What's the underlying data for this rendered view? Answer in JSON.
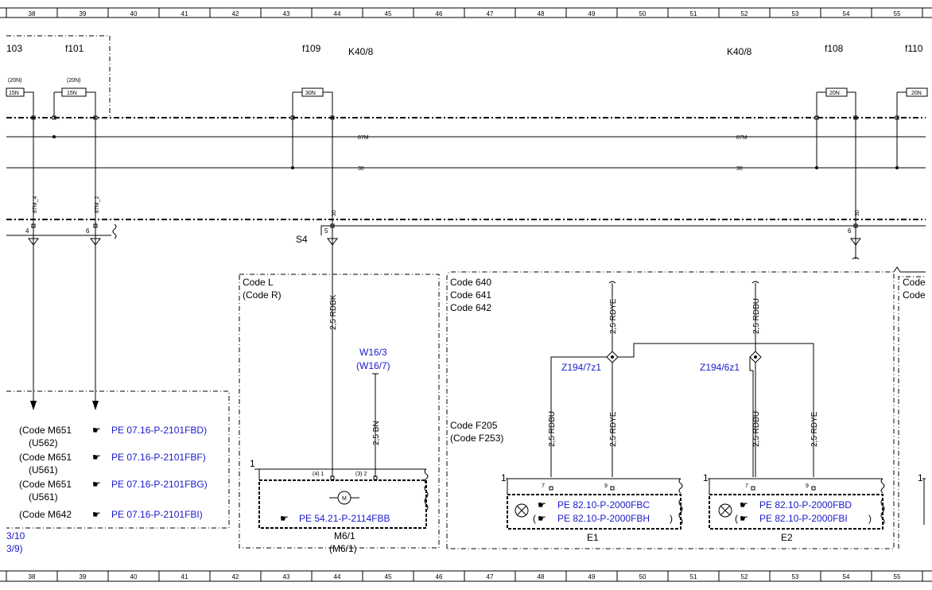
{
  "ruler": [
    "38",
    "39",
    "40",
    "41",
    "42",
    "43",
    "44",
    "45",
    "46",
    "47",
    "48",
    "49",
    "50",
    "51",
    "52",
    "53",
    "54",
    "55"
  ],
  "fuses": {
    "f103": {
      "label": "103",
      "rating": "(20N)",
      "value": "15N"
    },
    "f101": {
      "label": "f101",
      "rating": "(20N)",
      "value": "15N"
    },
    "f109": {
      "label": "f109",
      "value": "30N"
    },
    "f108": {
      "label": "f108",
      "value": "20N"
    },
    "f110": {
      "label": "f110",
      "value": "20N"
    }
  },
  "relays": {
    "left": "K40/8",
    "right": "K40/8"
  },
  "buses": {
    "b87m_left": "87M",
    "b87m_right": "87M",
    "b30_left": "30",
    "b30_right": "30"
  },
  "pins": {
    "p87m4": "87M_4",
    "p87m2": "87M_2",
    "p30a": "30",
    "p30b": "30",
    "n4": "4",
    "n6": "6",
    "n5": "5",
    "n6b": "6"
  },
  "s4": "S4",
  "left_box": {
    "rows": [
      {
        "code": "(Code M651",
        "sub": "(U562)",
        "ref": "PE 07.16-P-2101FBD)"
      },
      {
        "code": "(Code M651",
        "sub": "(U561)",
        "ref": "PE 07.16-P-2101FBF)"
      },
      {
        "code": "(Code M651",
        "sub": "(U561)",
        "ref": "PE 07.16-P-2101FBG)"
      },
      {
        "code": "(Code M642",
        "sub": "",
        "ref": "PE 07.16-P-2101FBI)"
      }
    ],
    "bottom1": "3/10",
    "bottom2": "3/9)"
  },
  "m6": {
    "code1": "Code L",
    "code2": "(Code R)",
    "wire_main": "2,5 RDBK",
    "w16a": "W16/3",
    "w16b": "(W16/7)",
    "wire_bn": "2,5 BN",
    "conn_num": "1",
    "pin4": "(4) 1",
    "pin3": "(3) 2",
    "motor": "M",
    "ref": "PE 54.21-P-2114FBB",
    "name1": "M6/1",
    "name2": "(M6/1)"
  },
  "e_section": {
    "codes": [
      "Code 640",
      "Code 641",
      "Code 642"
    ],
    "codes_f": [
      "Code F205",
      "(Code F253)"
    ],
    "w_rdye_top": "2,5 RDYE",
    "w_rdbu_top": "2,5 RDBU",
    "z1": "Z194/7z1",
    "z2": "Z194/6z1",
    "w_e1a": "2,5 RDBU",
    "w_e1b": "2,5 RDYE",
    "w_e2a": "2,5 RDBU",
    "w_e2b": "2,5 RDYE",
    "e1": {
      "conn": "1",
      "p7": "7",
      "p9": "9",
      "ref1": "PE 82.10-P-2000FBC",
      "ref2": "PE 82.10-P-2000FBH",
      "open": "(",
      "close": ")",
      "name": "E1"
    },
    "e2": {
      "conn": "1",
      "p7": "7",
      "p9": "9",
      "ref1": "PE 82.10-P-2000FBD",
      "ref2": "PE 82.10-P-2000FBI",
      "open": "(",
      "close": ")",
      "name": "E2"
    }
  },
  "right_edge": {
    "c1": "Code",
    "c2": "Code",
    "n1": "1"
  },
  "colors": {
    "line": "#000000",
    "reference": "#1a1acc",
    "background": "#ffffff"
  }
}
